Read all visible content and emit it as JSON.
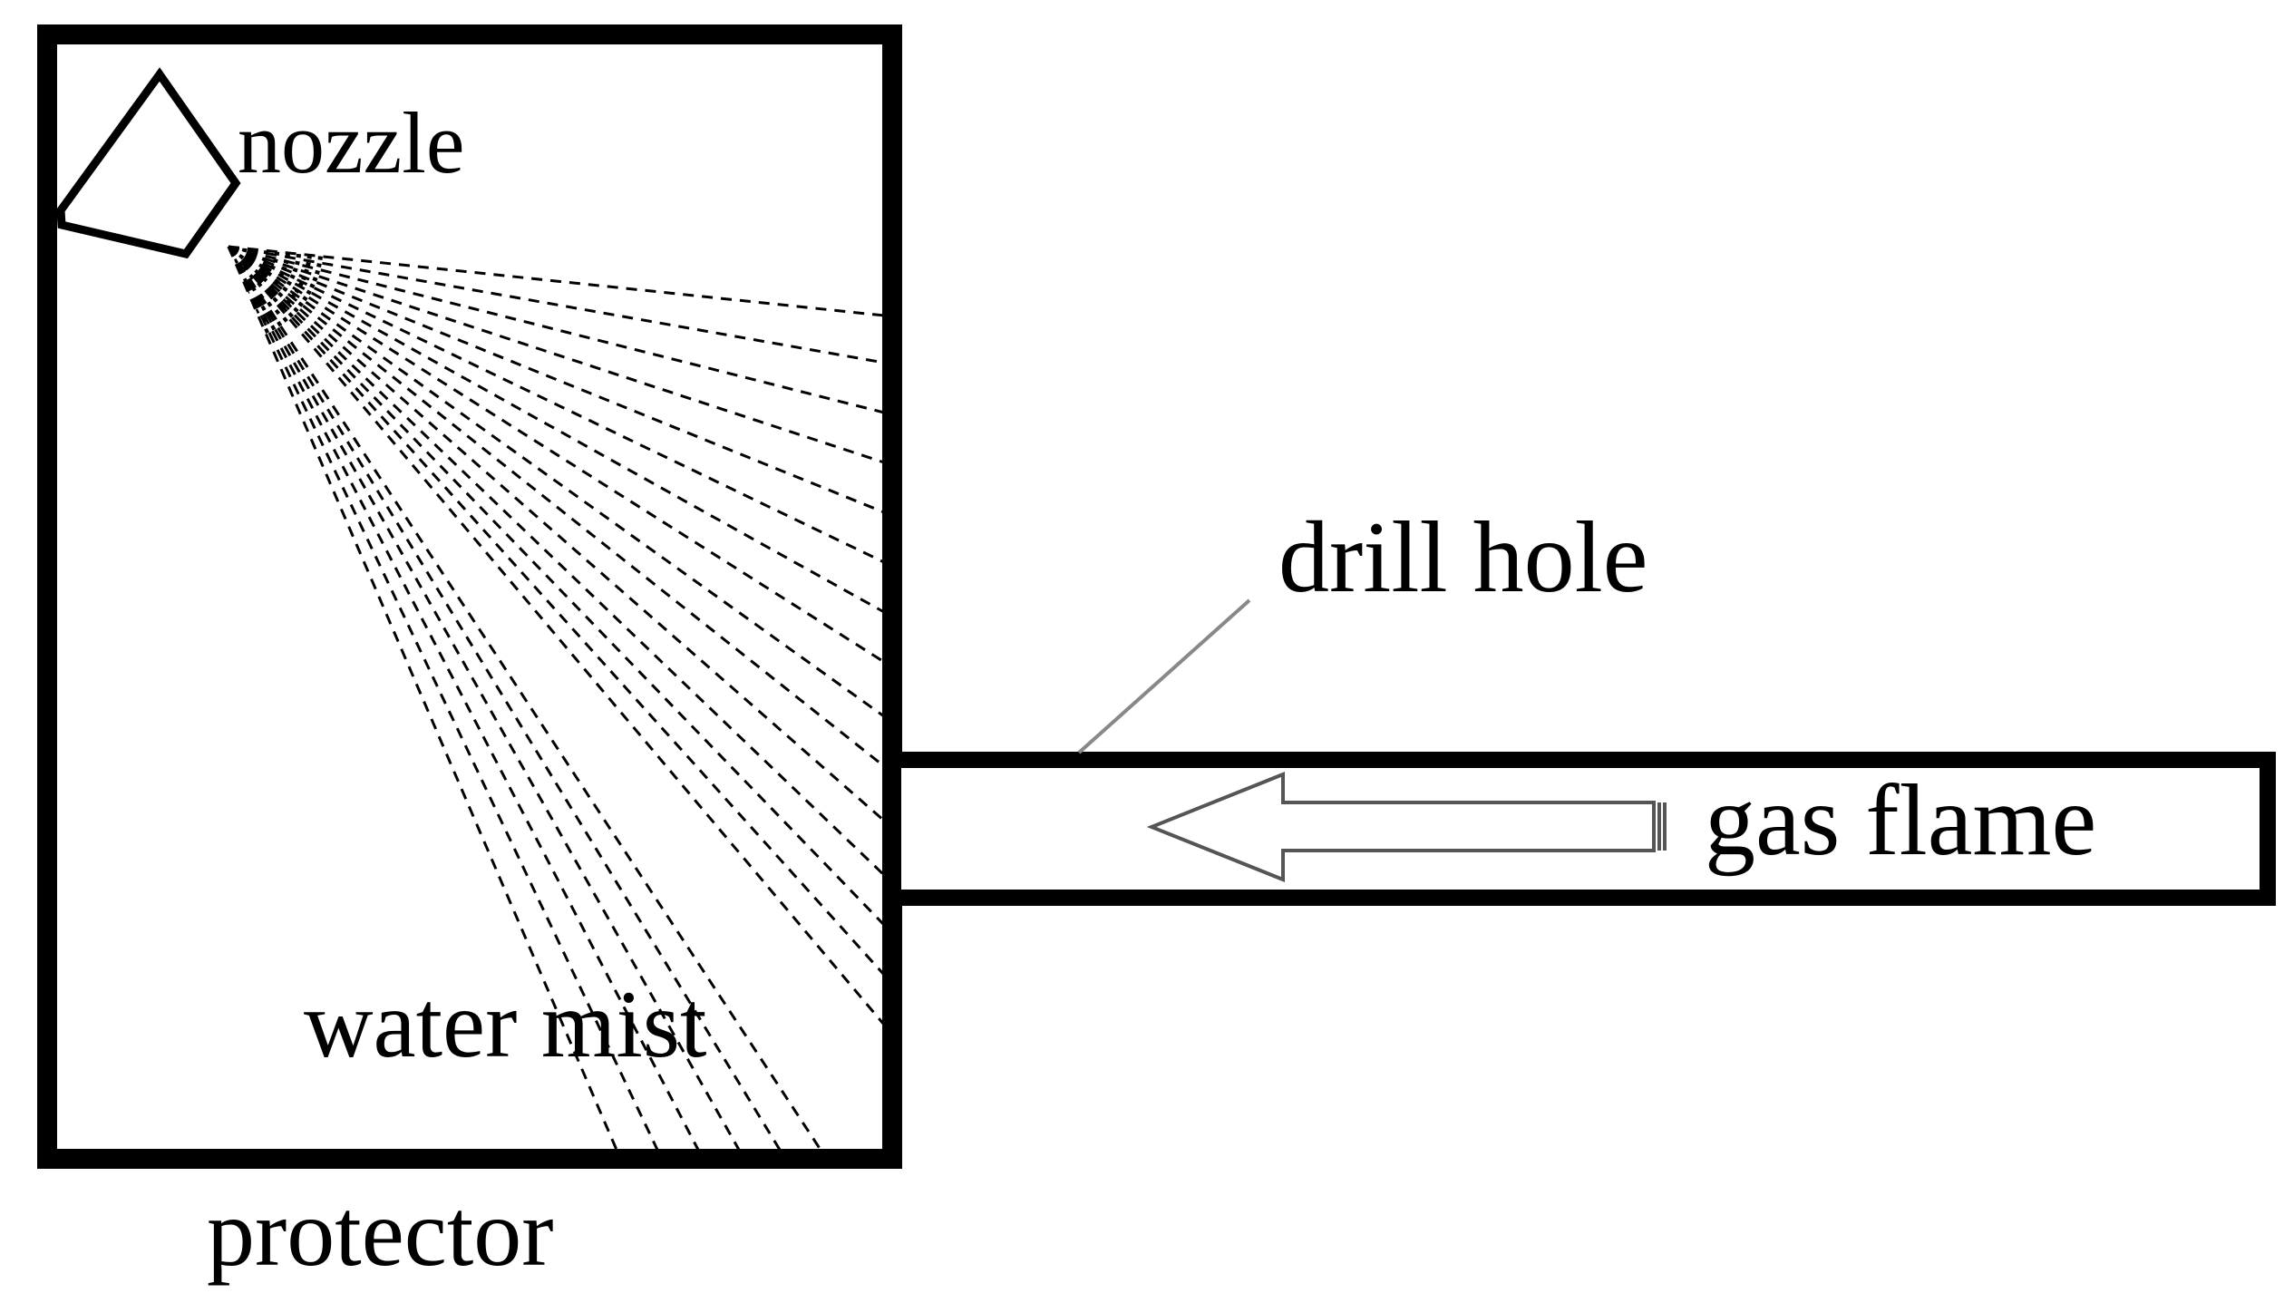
{
  "labels": {
    "nozzle": "nozzle",
    "drill_hole": "drill hole",
    "gas_flame": "gas flame",
    "water_mist": "water mist",
    "protector": "protector"
  },
  "colors": {
    "stroke": "#000000",
    "leader": "#888888",
    "arrow": "#555555",
    "background": "#ffffff"
  }
}
